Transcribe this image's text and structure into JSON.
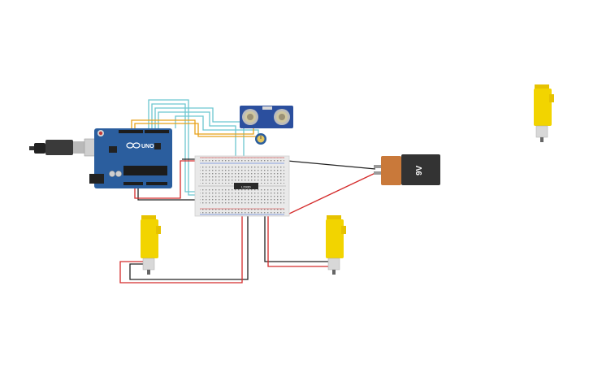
{
  "arduino": {
    "logo": "UNO",
    "brand_icon": "arduino-infinity-icon"
  },
  "battery": {
    "label": "9V"
  },
  "motor_driver": {
    "label": "L293D"
  },
  "colors": {
    "board": "#2b5e9e",
    "breadboard": "#e9e9e9",
    "motor": "#f2d400",
    "battery_body": "#333333",
    "battery_cap": "#c9793a",
    "sensor": "#2b4f9e",
    "wire_red": "#d42a2a",
    "wire_black": "#222222",
    "wire_cyan": "#6cc6d0",
    "wire_orange": "#e8a118"
  }
}
